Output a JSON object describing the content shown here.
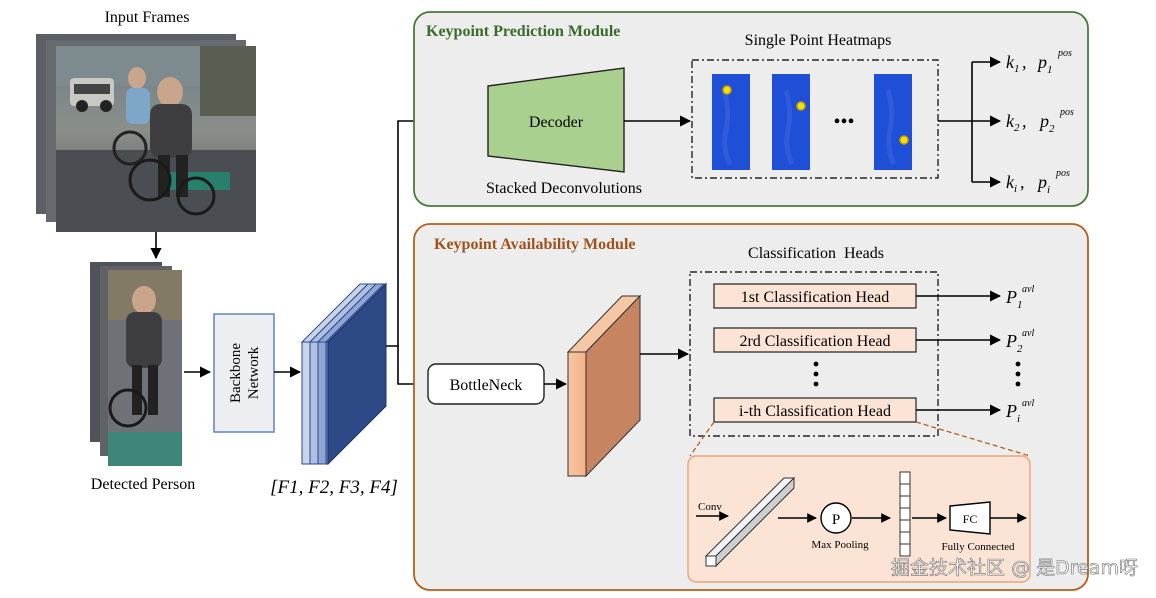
{
  "input": {
    "title": "Input Frames"
  },
  "detected": {
    "label": "Detected Person"
  },
  "backbone": {
    "line1": "Backbone",
    "line2": "Network"
  },
  "features": {
    "label": "[F1, F2, F3, F4]"
  },
  "prediction_module": {
    "title": "Keypoint Prediction Module",
    "decoder": "Decoder",
    "deconv_label": "Stacked Deconvolutions",
    "heatmaps_title": "Single Point Heatmaps",
    "ellipsis": "•••",
    "outputs": [
      {
        "k": "k",
        "ksub": "1",
        "p": "p",
        "psub": "1",
        "psup": "pos"
      },
      {
        "k": "k",
        "ksub": "2",
        "p": "p",
        "psub": "2",
        "psup": "pos"
      },
      {
        "k": "k",
        "ksub": "i",
        "p": "p",
        "psub": "i",
        "psup": "pos"
      }
    ]
  },
  "availability_module": {
    "title": "Keypoint Availability Module",
    "bottleneck": "BottleNeck",
    "heads_title": "Classification  Heads",
    "heads": [
      "1st Classification Head",
      "2rd Classification Head",
      "i-th Classification Head"
    ],
    "outputs": [
      {
        "p": "P",
        "sub": "1",
        "sup": "avl"
      },
      {
        "p": "P",
        "sub": "2",
        "sup": "avl"
      },
      {
        "p": "P",
        "sub": "i",
        "sup": "avl"
      }
    ],
    "detail": {
      "conv": "Conv",
      "pool_symbol": "P",
      "pool_label": "Max Pooling",
      "fc": "FC",
      "fc_label": "Fully Connected"
    }
  },
  "watermark": "掘金技术社区 @ 是Dream呀",
  "colors": {
    "prediction_border": "#4a7a3a",
    "prediction_title": "#3a6b2a",
    "availability_border": "#b85e1a",
    "availability_title": "#a0521a",
    "decoder_fill": "#a9d08e",
    "feature_blue": "#2e4a86",
    "bottleneck_orange": "#e9a478",
    "head_fill": "#fbe4d5",
    "heatmap_blue": "#1f4fd6"
  }
}
